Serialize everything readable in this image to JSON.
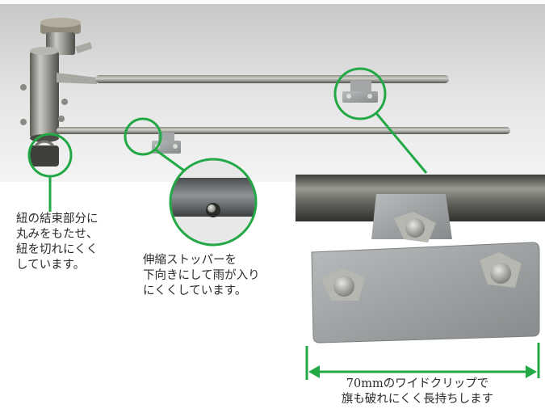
{
  "captions": {
    "tie": {
      "lines": [
        "紐の結束部分に",
        "丸みをもたせ、",
        "紐を切れにくく",
        "しています。"
      ]
    },
    "stopper": {
      "lines": [
        "伸縮ストッパーを",
        "下向きにして雨が入り",
        "にくくしています。"
      ]
    },
    "clip": {
      "lines": [
        "70mmのワイドクリップで",
        "旗も破れにくく長持ちします"
      ]
    }
  },
  "colors": {
    "callout": "#22a845",
    "backdrop": "#d3d3d3",
    "metal": "#9a9a94",
    "rod": "#6d6d68",
    "caption_text": "#2b2b2b"
  }
}
